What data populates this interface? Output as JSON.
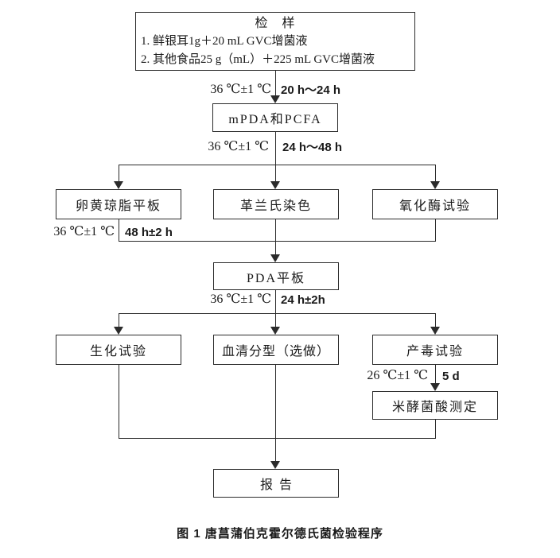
{
  "figure": {
    "caption": "图 1  唐菖蒲伯克霍尔德氏菌检验程序"
  },
  "colors": {
    "line": "#2b2b2b",
    "text": "#1a1a1a",
    "background": "#ffffff"
  },
  "nodes": {
    "sample": {
      "title": "检　样",
      "item1": "1. 鲜银耳1g＋20 mL GVC增菌液",
      "item2": "2. 其他食品25 g（mL）＋225 mL GVC增菌液"
    },
    "mpda_pcfa": {
      "label": "mPDA和PCFA"
    },
    "egg_yolk_agar_plate": {
      "label": "卵黄琼脂平板"
    },
    "gram_stain": {
      "label": "革兰氏染色"
    },
    "oxidase_test": {
      "label": "氧化酶试验"
    },
    "pda_plate": {
      "label": "PDA平板"
    },
    "biochemical_test": {
      "label": "生化试验"
    },
    "serotyping": {
      "label": "血清分型（选做）"
    },
    "toxin_production_test": {
      "label": "产毒试验"
    },
    "bongkrekic_acid_assay": {
      "label": "米酵菌酸测定"
    },
    "report": {
      "label": "报告"
    }
  },
  "edges": {
    "sample_to_mpda": {
      "temperature": "36 ℃±1 ℃",
      "duration": "20 h～24 h"
    },
    "mpda_to_branch": {
      "temperature": "36 ℃±1 ℃",
      "duration": "24 h～48 h"
    },
    "egg_yolk_to_pda": {
      "temperature": "36 ℃±1 ℃",
      "duration": "48 h±2 h"
    },
    "pda_to_branch": {
      "temperature": "36 ℃±1 ℃",
      "duration": "24 h±2h"
    },
    "toxin_to_bongkrekic": {
      "temperature": "26 ℃±1 ℃",
      "duration": "5 d"
    }
  }
}
